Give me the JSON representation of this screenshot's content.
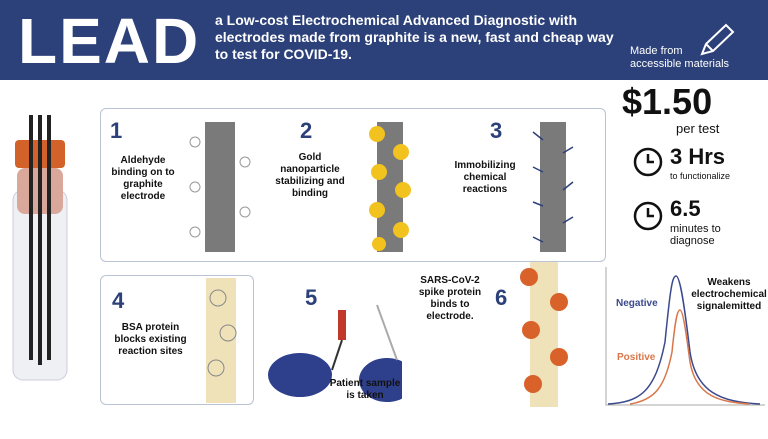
{
  "header": {
    "title": "LEAD",
    "tagline": "a Low-cost Electrochemical Advanced Diagnostic with electrodes made from graphite is a new, fast and cheap way to test for COVID-19.",
    "materials_line1": "Made from",
    "materials_line2": "accessible materials"
  },
  "steps": [
    {
      "number": "1",
      "label": "Aldehyde binding on to graphite electrode"
    },
    {
      "number": "2",
      "label": "Gold nanoparticle stabilizing and binding"
    },
    {
      "number": "3",
      "label": "Immobilizing chemical reactions"
    },
    {
      "number": "4",
      "label": "BSA protein blocks existing reaction sites"
    },
    {
      "number": "5",
      "label": "Patient sample is taken"
    },
    {
      "number": "6",
      "label": "SARS-CoV-2 spike protein binds to electrode."
    }
  ],
  "stats": {
    "price": "$1.50",
    "price_unit": "per test",
    "time1": "3 Hrs",
    "time1_unit": "to functionalize",
    "time2": "6.5",
    "time2_unit": "minutes to diagnose"
  },
  "graph": {
    "negative": "Negative",
    "positive": "Positive",
    "note": "Weakens electrochemical signalemitted",
    "negative_color": "#3b4a8c",
    "positive_color": "#d9774a"
  }
}
